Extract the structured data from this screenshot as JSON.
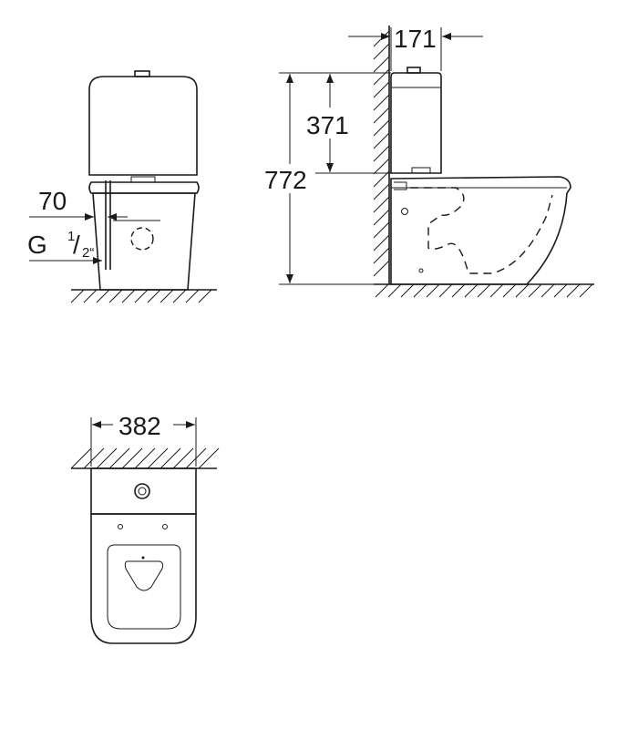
{
  "dimensions": {
    "front_wall_distance": "70",
    "inlet_thread_prefix": "G ",
    "inlet_thread_num": "1",
    "inlet_thread_den": "2“",
    "side_cistern_depth": "171",
    "side_cistern_height": "371",
    "side_total_height": "772",
    "top_width": "382"
  },
  "views": [
    "front",
    "side",
    "top"
  ],
  "colors": {
    "line": "#1a1a1a",
    "fill": "#ffffff"
  }
}
